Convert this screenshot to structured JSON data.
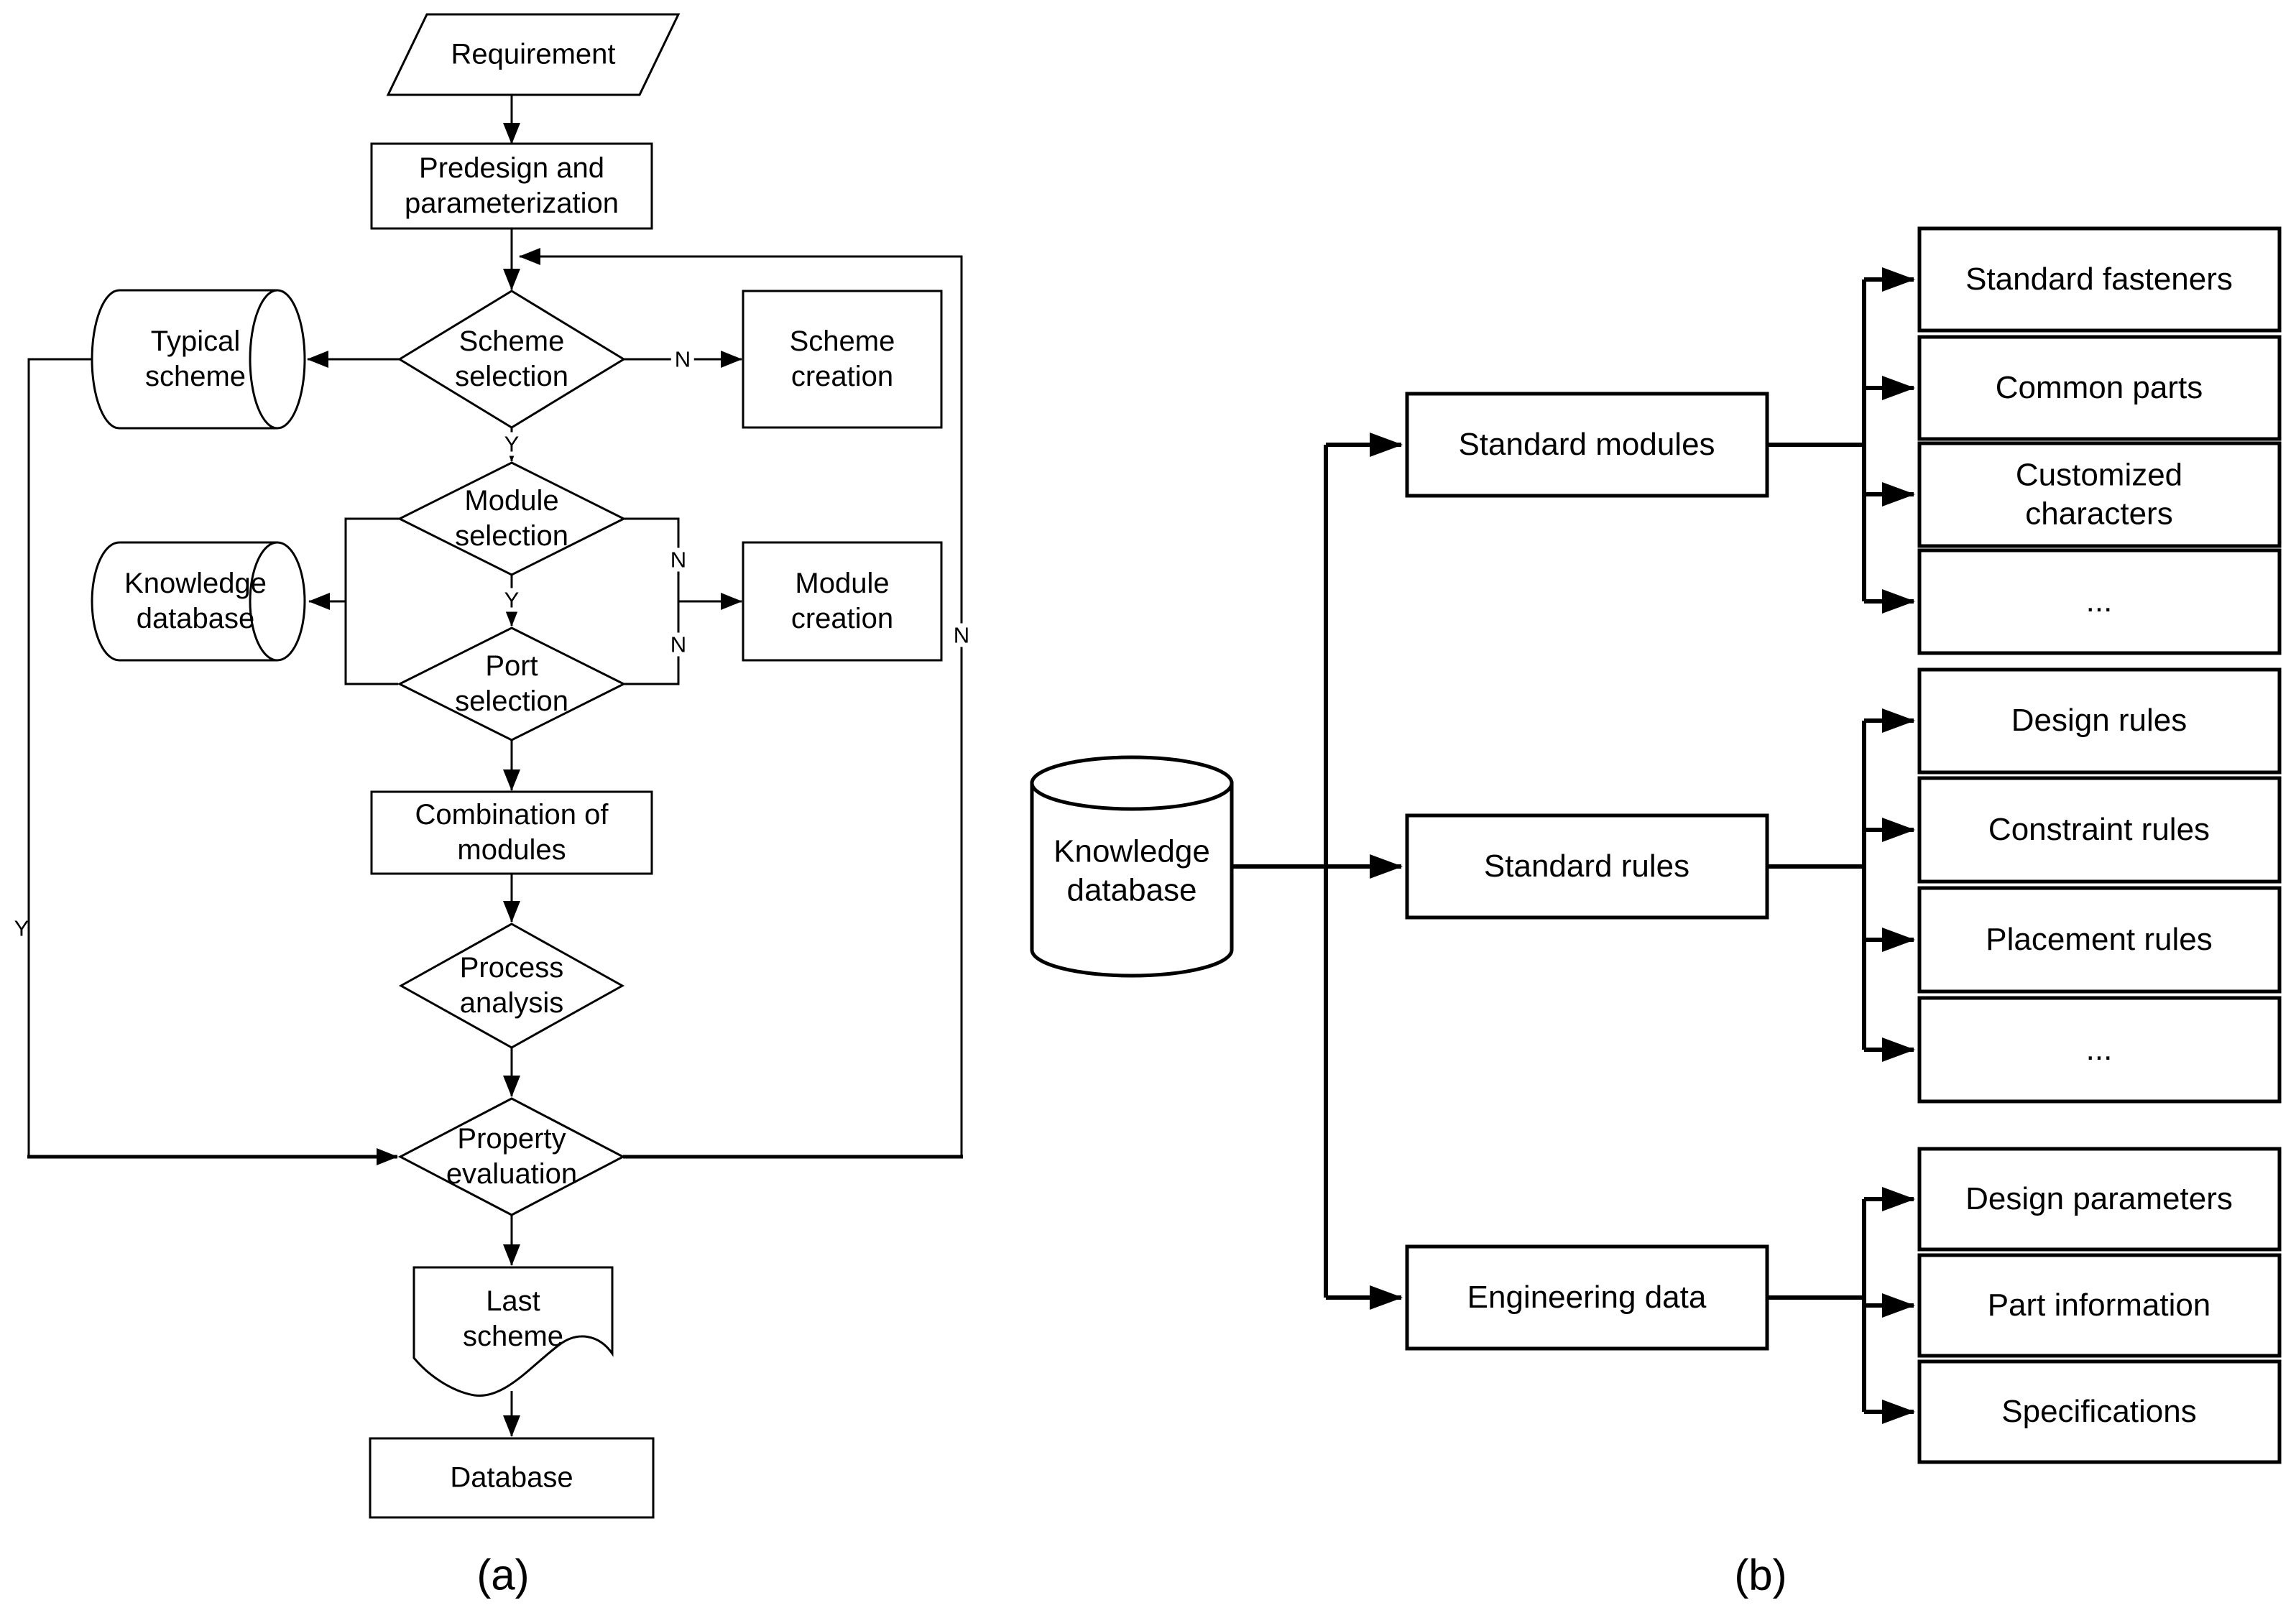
{
  "figure_a": {
    "caption": "(a)",
    "nodes": {
      "requirement": "Requirement",
      "predesign": "Predesign and parameterization",
      "scheme_selection": "Scheme selection",
      "scheme_creation": "Scheme creation",
      "typical_scheme": "Typical scheme",
      "module_selection": "Module selection",
      "knowledge_database": "Knowledge database",
      "port_selection": "Port selection",
      "module_creation": "Module creation",
      "combination_of_modules": "Combination of modules",
      "process_analysis": "Process analysis",
      "property_evaluation": "Property evaluation",
      "last_scheme": "Last scheme",
      "database": "Database"
    },
    "branch_labels": {
      "yes": "Y",
      "no": "N"
    }
  },
  "figure_b": {
    "caption": "(b)",
    "root": "Knowledge database",
    "groups": [
      {
        "label": "Standard modules",
        "children": [
          "Standard fasteners",
          "Common parts",
          "Customized characters",
          "..."
        ]
      },
      {
        "label": "Standard rules",
        "children": [
          "Design rules",
          "Constraint rules",
          "Placement rules",
          "..."
        ]
      },
      {
        "label": "Engineering data",
        "children": [
          "Design parameters",
          "Part information",
          "Specifications"
        ]
      }
    ]
  }
}
